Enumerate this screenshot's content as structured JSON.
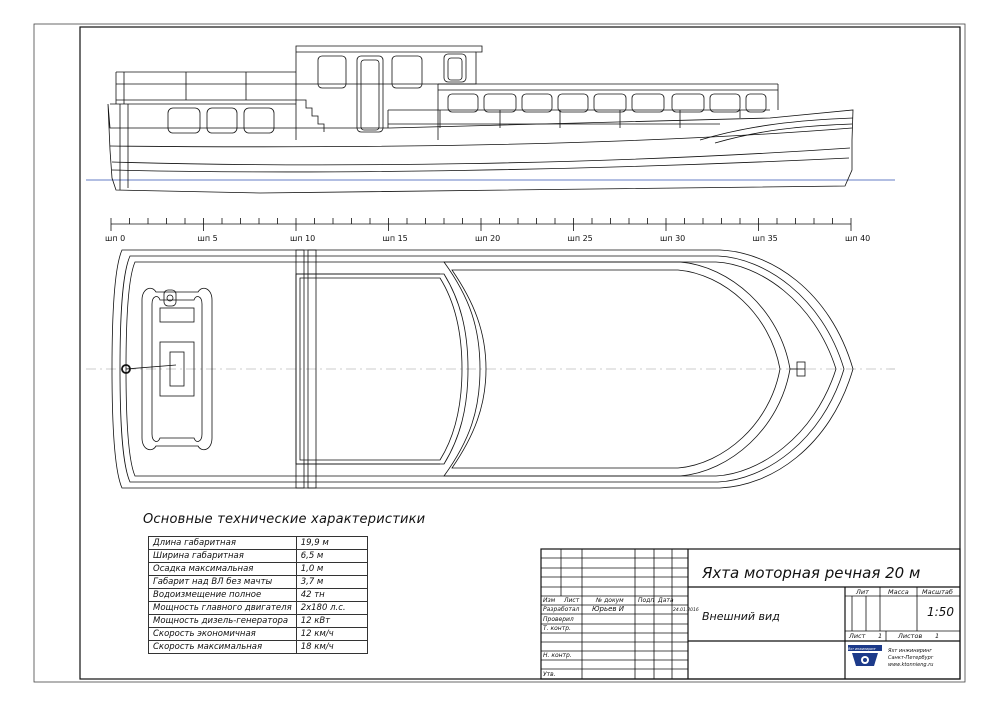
{
  "frame_scale": {
    "prefix": "шп",
    "labels": [
      "шп 0",
      "шп 5",
      "шп 10",
      "шп 15",
      "шп 20",
      "шп 25",
      "шп 30",
      "шп 35",
      "шп 40"
    ]
  },
  "specs": {
    "title": "Основные технические характеристики",
    "rows": [
      {
        "name": "Длина габаритная",
        "value": "19,9 м"
      },
      {
        "name": "Ширина габаритная",
        "value": "6,5 м"
      },
      {
        "name": "Осадка максимальная",
        "value": "1,0 м"
      },
      {
        "name": "Габарит над ВЛ без мачты",
        "value": "3,7 м"
      },
      {
        "name": "Водоизмещение полное",
        "value": "42 тн"
      },
      {
        "name": "Мощность главного двигателя",
        "value": "2х180 л.с."
      },
      {
        "name": "Мощность дизель-генератора",
        "value": "12 кВт"
      },
      {
        "name": "Скорость экономичная",
        "value": "12 км/ч"
      },
      {
        "name": "Скорость максимальная",
        "value": "18 км/ч"
      }
    ]
  },
  "title_block": {
    "drawing_title": "Яхта моторная речная 20 м",
    "view_name": "Внешний вид",
    "col_izm": "Изм",
    "col_list": "Лист",
    "col_doc": "№ докум",
    "col_sign": "Подп",
    "col_date": "Дата",
    "row_developed": "Разработал",
    "developer": "Юрьев И",
    "date": "24.01.2016",
    "row_checked": "Проверил",
    "row_tcontrol": "Т. контр.",
    "row_ncontrol": "Н. контр.",
    "row_approved": "Утв.",
    "lit": "Лит",
    "mass": "Масса",
    "scale_label": "Масштаб",
    "scale": "1:50",
    "sheet_label": "Лист",
    "sheet_no": "1",
    "sheets_label": "Листов",
    "sheets_no": "1",
    "company_logo_text": "Яхт инжиниринг",
    "company_line1": "Яхт инжиниринг",
    "company_line2": "Санкт-Петербург",
    "company_line3": "www.ktonnieng.ru"
  }
}
